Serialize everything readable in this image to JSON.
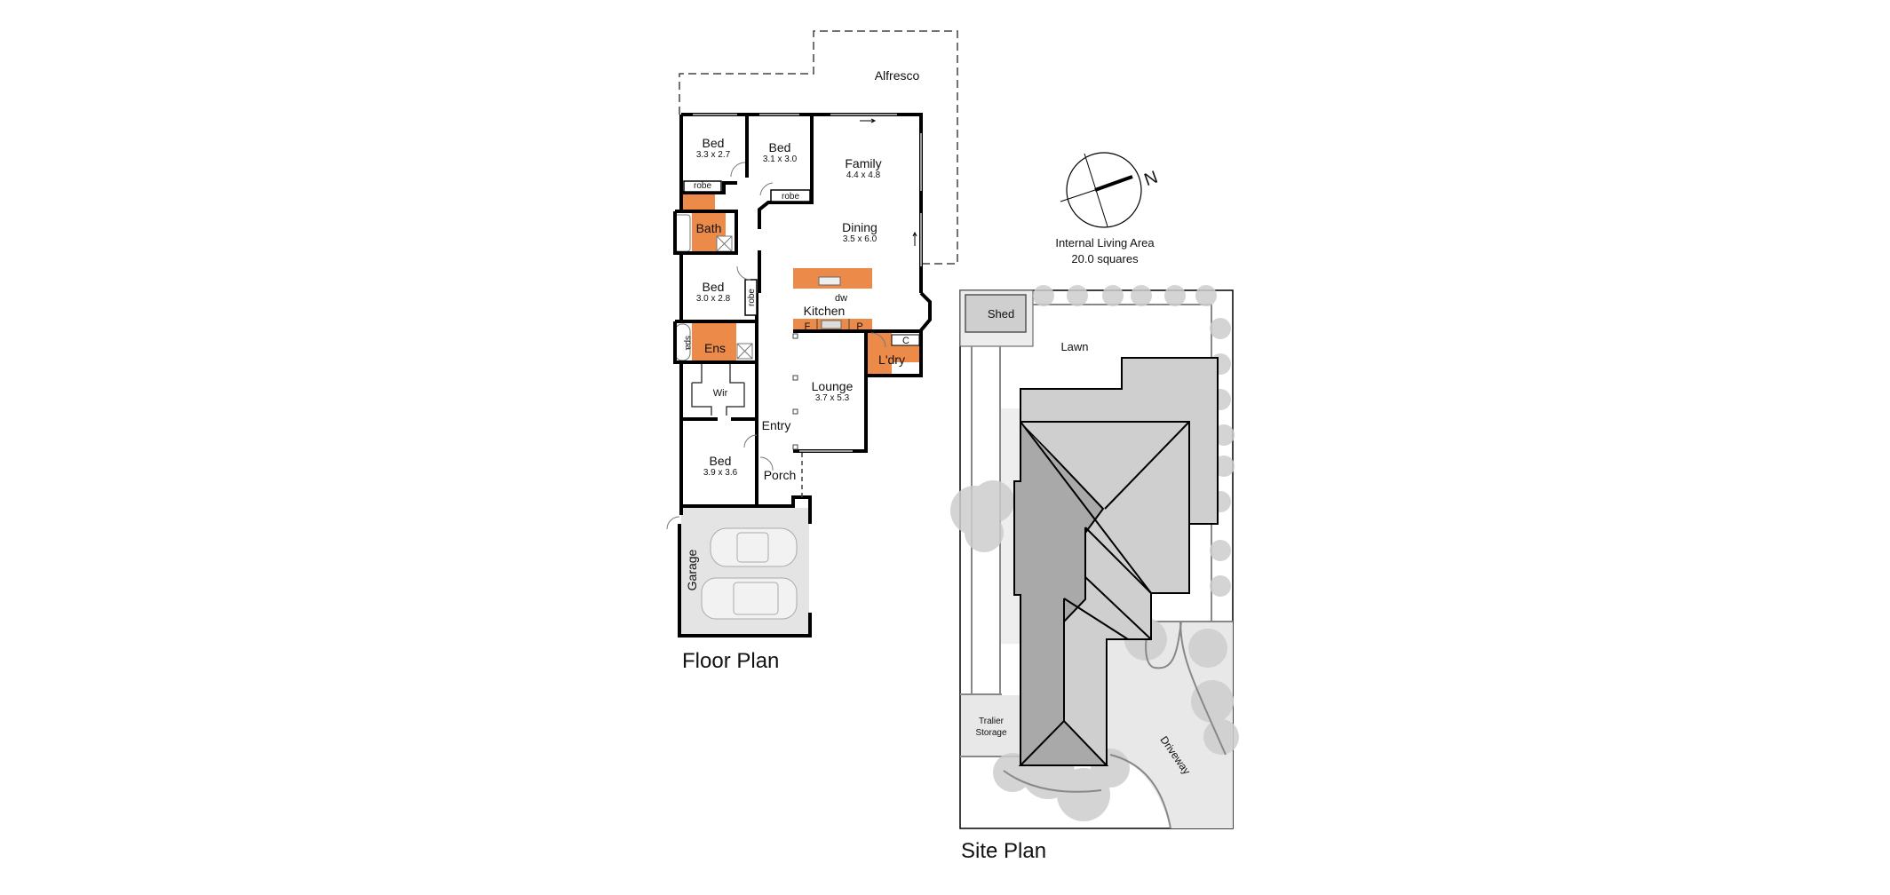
{
  "floor_plan": {
    "title": "Floor Plan",
    "rooms": [
      {
        "name": "Alfresco",
        "dims": ""
      },
      {
        "name": "Bed",
        "dims": "3.3 x 2.7"
      },
      {
        "name": "Bed",
        "dims": "3.1 x 3.0"
      },
      {
        "name": "Family",
        "dims": "4.4 x 4.8"
      },
      {
        "name": "Dining",
        "dims": "3.5 x 6.0"
      },
      {
        "name": "Bath",
        "dims": ""
      },
      {
        "name": "Bed",
        "dims": "3.0 x 2.8"
      },
      {
        "name": "Kitchen",
        "dims": ""
      },
      {
        "name": "Ens",
        "dims": ""
      },
      {
        "name": "L'dry",
        "dims": ""
      },
      {
        "name": "Lounge",
        "dims": "3.7 x 5.3"
      },
      {
        "name": "Wir",
        "dims": ""
      },
      {
        "name": "Entry",
        "dims": ""
      },
      {
        "name": "Bed",
        "dims": "3.9 x 3.6"
      },
      {
        "name": "Porch",
        "dims": ""
      },
      {
        "name": "Garage",
        "dims": ""
      }
    ],
    "fixtures": {
      "robe1": "robe",
      "robe2": "robe",
      "robe3": "robe",
      "spa": "spa",
      "dw": "dw",
      "fridge": "F",
      "pantry": "P",
      "cupboard": "C"
    }
  },
  "site_plan": {
    "title": "Site Plan",
    "labels": {
      "shed": "Shed",
      "lawn": "Lawn",
      "trailer": "Tralier",
      "storage": "Storage",
      "driveway": "Driveway"
    }
  },
  "info": {
    "area_label": "Internal Living Area",
    "area_value": "20.0 squares",
    "compass": "N"
  },
  "colors": {
    "wet_area": "#ec8a4a",
    "wall": "#000000",
    "roof_dark": "#a9a9a9",
    "roof_light": "#cfcfcf",
    "paving": "#e8e8e8",
    "tree": "#c8c8c8"
  }
}
